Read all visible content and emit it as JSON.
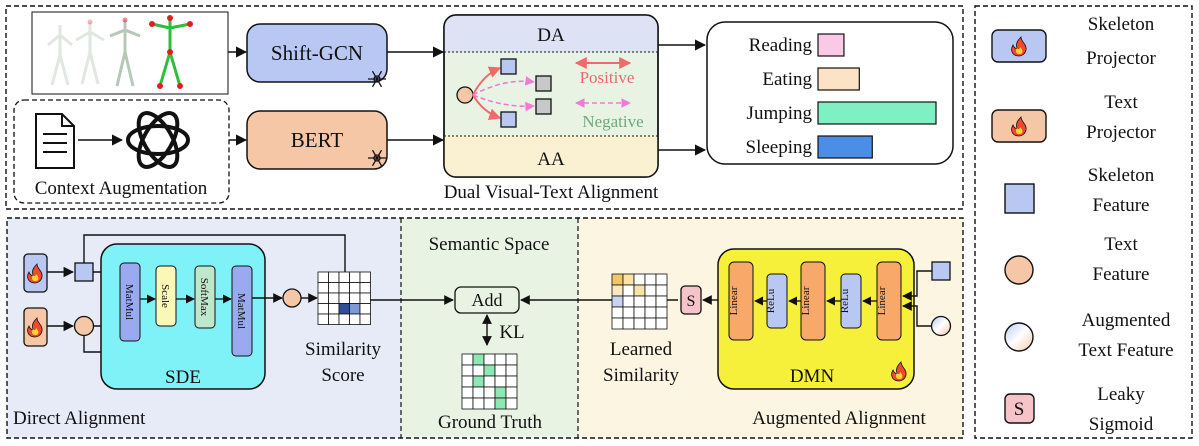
{
  "top": {
    "encoder_skeleton": "Shift-GCN",
    "encoder_text": "BERT",
    "context_aug_label": "Context Augmentation",
    "dual_label": "Dual Visual-Text Alignment",
    "da_label": "DA",
    "aa_label": "AA",
    "positive_label": "Positive",
    "negative_label": "Negative",
    "actions": [
      {
        "label": "Reading",
        "value": 0.22,
        "color": "#f9c9e6"
      },
      {
        "label": "Eating",
        "value": 0.35,
        "color": "#fde3c5"
      },
      {
        "label": "Jumping",
        "value": 1.0,
        "color": "#7ff0c3"
      },
      {
        "label": "Sleeping",
        "value": 0.46,
        "color": "#4a8ee6"
      }
    ]
  },
  "bottom": {
    "direct_label": "Direct Alignment",
    "semantic_label": "Semantic Space",
    "augmented_label": "Augmented Alignment",
    "sde_label": "SDE",
    "sde_ops": [
      "MatMul",
      "Scale",
      "SoftMax",
      "MatMul"
    ],
    "similarity_label_1": "Similarity",
    "similarity_label_2": "Score",
    "add_label": "Add",
    "kl_label": "KL",
    "gt_label": "Ground Truth",
    "learned_label_1": "Learned",
    "learned_label_2": "Similarity",
    "s_label": "S",
    "dmn_label": "DMN",
    "dmn_ops": [
      "Linear",
      "ReLu",
      "Linear",
      "ReLu",
      "Linear"
    ]
  },
  "legend": [
    {
      "icon": "skeleton-projector-icon",
      "line1": "Skeleton",
      "line2": "Projector"
    },
    {
      "icon": "text-projector-icon",
      "line1": "Text",
      "line2": "Projector"
    },
    {
      "icon": "skeleton-feature-icon",
      "line1": "Skeleton",
      "line2": "Feature"
    },
    {
      "icon": "text-feature-icon",
      "line1": "Text",
      "line2": "Feature"
    },
    {
      "icon": "augmented-text-feature-icon",
      "line1": "Augmented",
      "line2": "Text Feature"
    },
    {
      "icon": "leaky-sigmoid-icon",
      "symbol": "S",
      "line1": "Leaky",
      "line2": "Sigmoid"
    }
  ],
  "colors": {
    "skeleton_blue": "#b9c8f2",
    "text_orange": "#f6c7a7",
    "direct_bg": "#e6ebf7",
    "semantic_bg": "#e9f3e4",
    "augmented_bg": "#fbf5e2",
    "sde_bg": "#7ef2f7",
    "dmn_bg": "#f7f03a",
    "flame": "#ef4a2c"
  }
}
